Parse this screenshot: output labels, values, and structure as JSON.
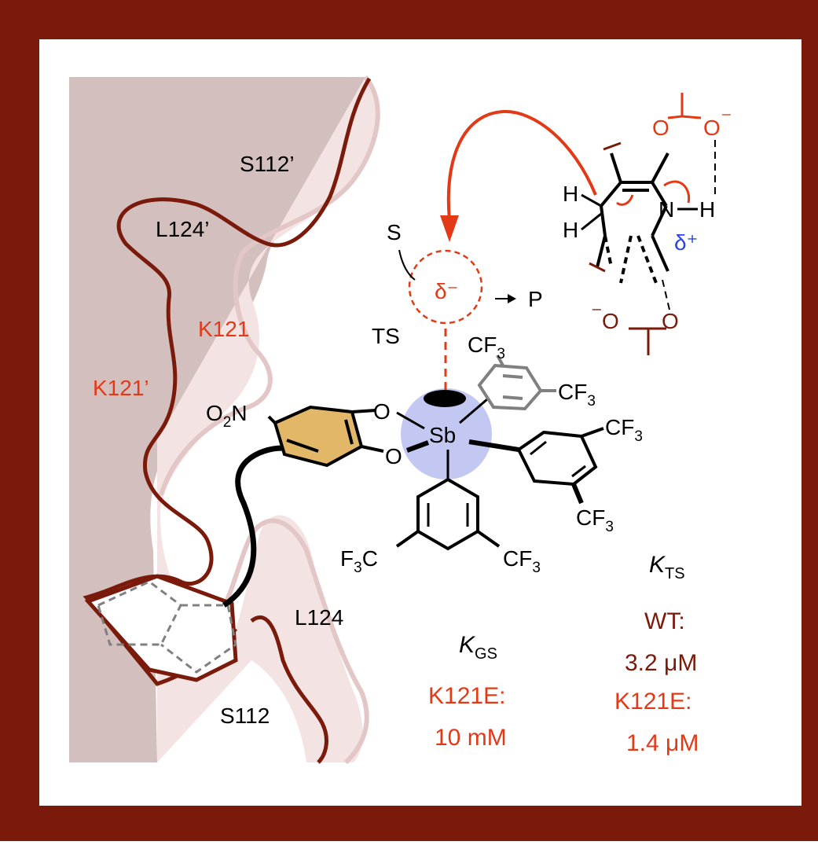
{
  "colors": {
    "frame": "#7a1a0b",
    "protein_dark": "#d4bfbf",
    "protein_light": "#f4e3e3",
    "strand": "#7a1a0b",
    "red": "#e23a17",
    "dark_red": "#7a1a0b",
    "blue": "#2a44e6",
    "catechol_fill": "#e2b868",
    "sb_halo": "#c3c8f3",
    "black": "#000000"
  },
  "residues": {
    "s112_prime": "S112’",
    "l124_prime": "L124’",
    "k121": "K121",
    "k121_prime": "K121’",
    "l124": "L124",
    "s112": "S112"
  },
  "molecule": {
    "o2n": "O",
    "o2n_sub": "2",
    "o2n_tail": "N",
    "o_top": "O",
    "o_bottom": "O",
    "sb": "Sb",
    "cf3_group": "CF",
    "cf3_sub": "3",
    "f3c_prefix": "F",
    "f3c_sub": "3",
    "f3c_tail": "C"
  },
  "ts": {
    "s_label": "S",
    "delta_minus": "δ⁻",
    "p_label": "P",
    "ts_label": "TS"
  },
  "substrate": {
    "h1": "H",
    "h2": "H",
    "nh_n": "N",
    "nh_h": "H",
    "delta_plus": "δ⁺",
    "carboxylate_top_o1": "O",
    "carboxylate_top_o2": "O",
    "carboxylate_top_charge": "⁻",
    "carboxylate_bottom_o1": "O",
    "carboxylate_bottom_o2": "O",
    "carboxylate_bottom_charge": "⁻"
  },
  "constants": {
    "kts_k": "K",
    "kts_sub": "TS",
    "wt_label": "WT:",
    "wt_value": "3.2 μM",
    "k121e_ts_label": "K121E:",
    "k121e_ts_value": "1.4 μM",
    "kgs_k": "K",
    "kgs_sub": "GS",
    "k121e_gs_label": "K121E:",
    "k121e_gs_value": "10 mM"
  }
}
